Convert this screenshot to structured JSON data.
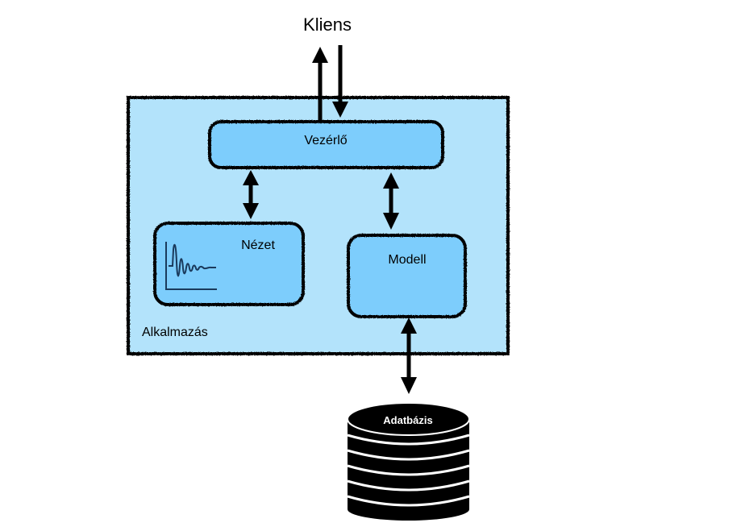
{
  "diagram": {
    "client_label": "Kliens",
    "app_label": "Alkalmazás",
    "controller_label": "Vezérlő",
    "view_label": "Nézet",
    "model_label": "Modell",
    "database_label": "Adatbázis",
    "colors": {
      "app_fill": "#b3e3fb",
      "box_fill": "#7dcdfc",
      "border": "#000000",
      "chart_line": "#1a3a5c",
      "database_fill": "#000000",
      "database_text": "#ffffff"
    },
    "icons": {
      "view": "waveform-chart-icon",
      "database": "database-cylinder-icon"
    }
  }
}
